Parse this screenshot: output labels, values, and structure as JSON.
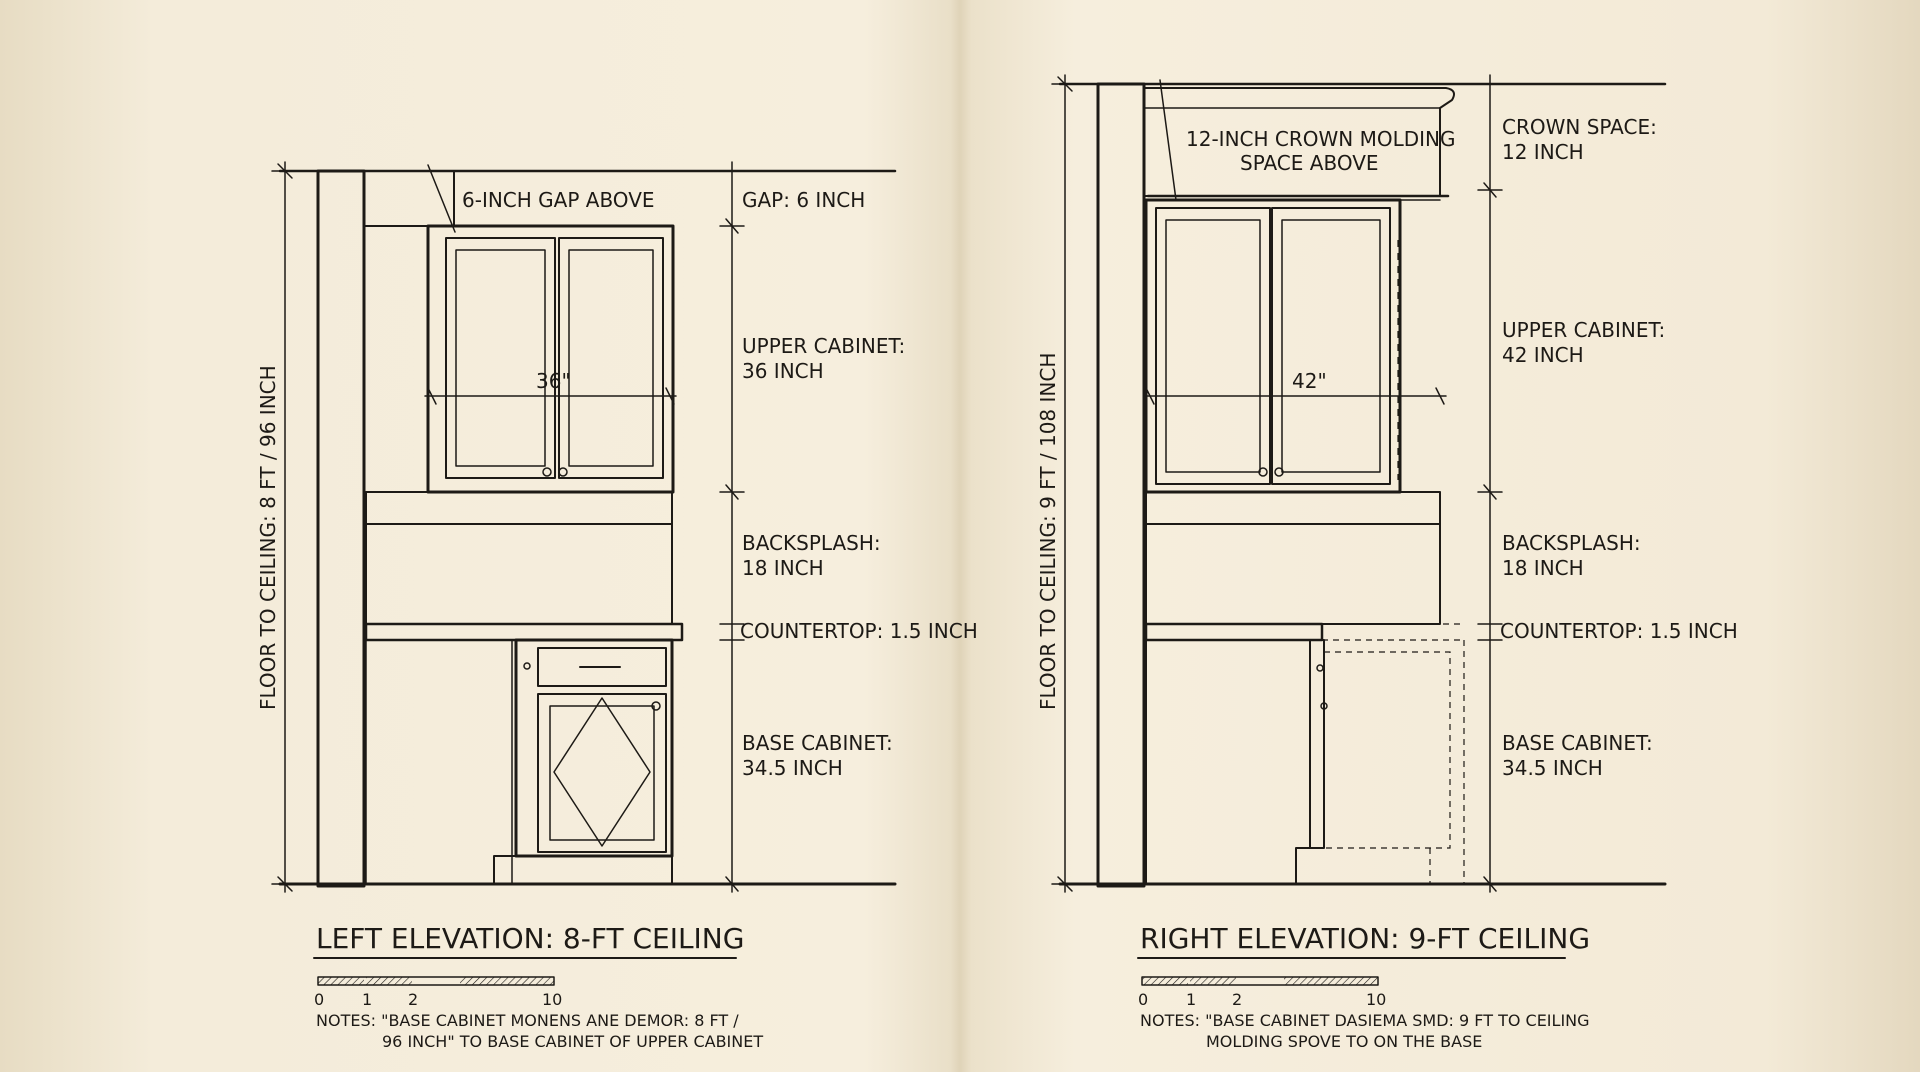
{
  "left": {
    "gap_label": "6-INCH GAP ABOVE",
    "upper_width": "36\"",
    "vertical_label": "FLOOR TO CEILING: 8 FT / 96 INCH",
    "dims": {
      "gap": "GAP: 6 INCH",
      "upper_l1": "UPPER CABINET:",
      "upper_l2": "36 INCH",
      "backsplash_l1": "BACKSPLASH:",
      "backsplash_l2": "18 INCH",
      "countertop": "COUNTERTOP: 1.5 INCH",
      "base_l1": "BASE CABINET:",
      "base_l2": "34.5 INCH"
    },
    "title": "LEFT ELEVATION: 8-FT CEILING",
    "scale": [
      "0",
      "1",
      "2",
      "10"
    ],
    "notes_l1": "NOTES: \"BASE CABINET MONENS ANE DEMOR: 8 FT /",
    "notes_l2": "96 INCH\" TO BASE CABINET OF UPPER CABINET"
  },
  "right": {
    "crown_l1": "12-INCH CROWN MOLDING",
    "crown_l2": "SPACE ABOVE",
    "upper_width": "42\"",
    "vertical_label": "FLOOR TO CEILING:  9 FT / 108 INCH",
    "dims": {
      "crown_l1": "CROWN SPACE:",
      "crown_l2": "12 INCH",
      "upper_l1": "UPPER CABINET:",
      "upper_l2": "42 INCH",
      "backsplash_l1": "BACKSPLASH:",
      "backsplash_l2": "18 INCH",
      "countertop": "COUNTERTOP: 1.5 INCH",
      "base_l1": "BASE CABINET:",
      "base_l2": "34.5 INCH"
    },
    "title": "RIGHT ELEVATION: 9-FT CEILING",
    "scale": [
      "0",
      "1",
      "2",
      "10"
    ],
    "notes_l1": "NOTES: \"BASE CABINET DASIEMA SMD: 9 FT TO CEILING",
    "notes_l2": "MOLDING SPOVE TO ON THE BASE"
  }
}
